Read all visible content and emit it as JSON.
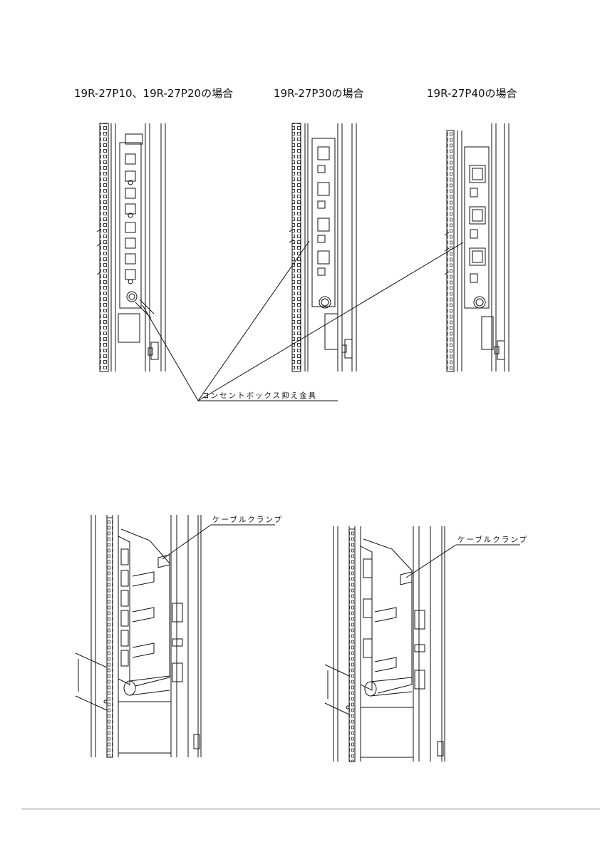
{
  "captions": {
    "case_p10_p20": "19R-27P10、19R-27P20の場合",
    "case_p30": "19R-27P30の場合",
    "case_p40": "19R-27P40の場合"
  },
  "labels": {
    "outlet_box_bracket": "コンセントボックス抑え金具",
    "cable_clamp_left": "ケーブルクランプ",
    "cable_clamp_right": "ケーブルクランプ"
  }
}
